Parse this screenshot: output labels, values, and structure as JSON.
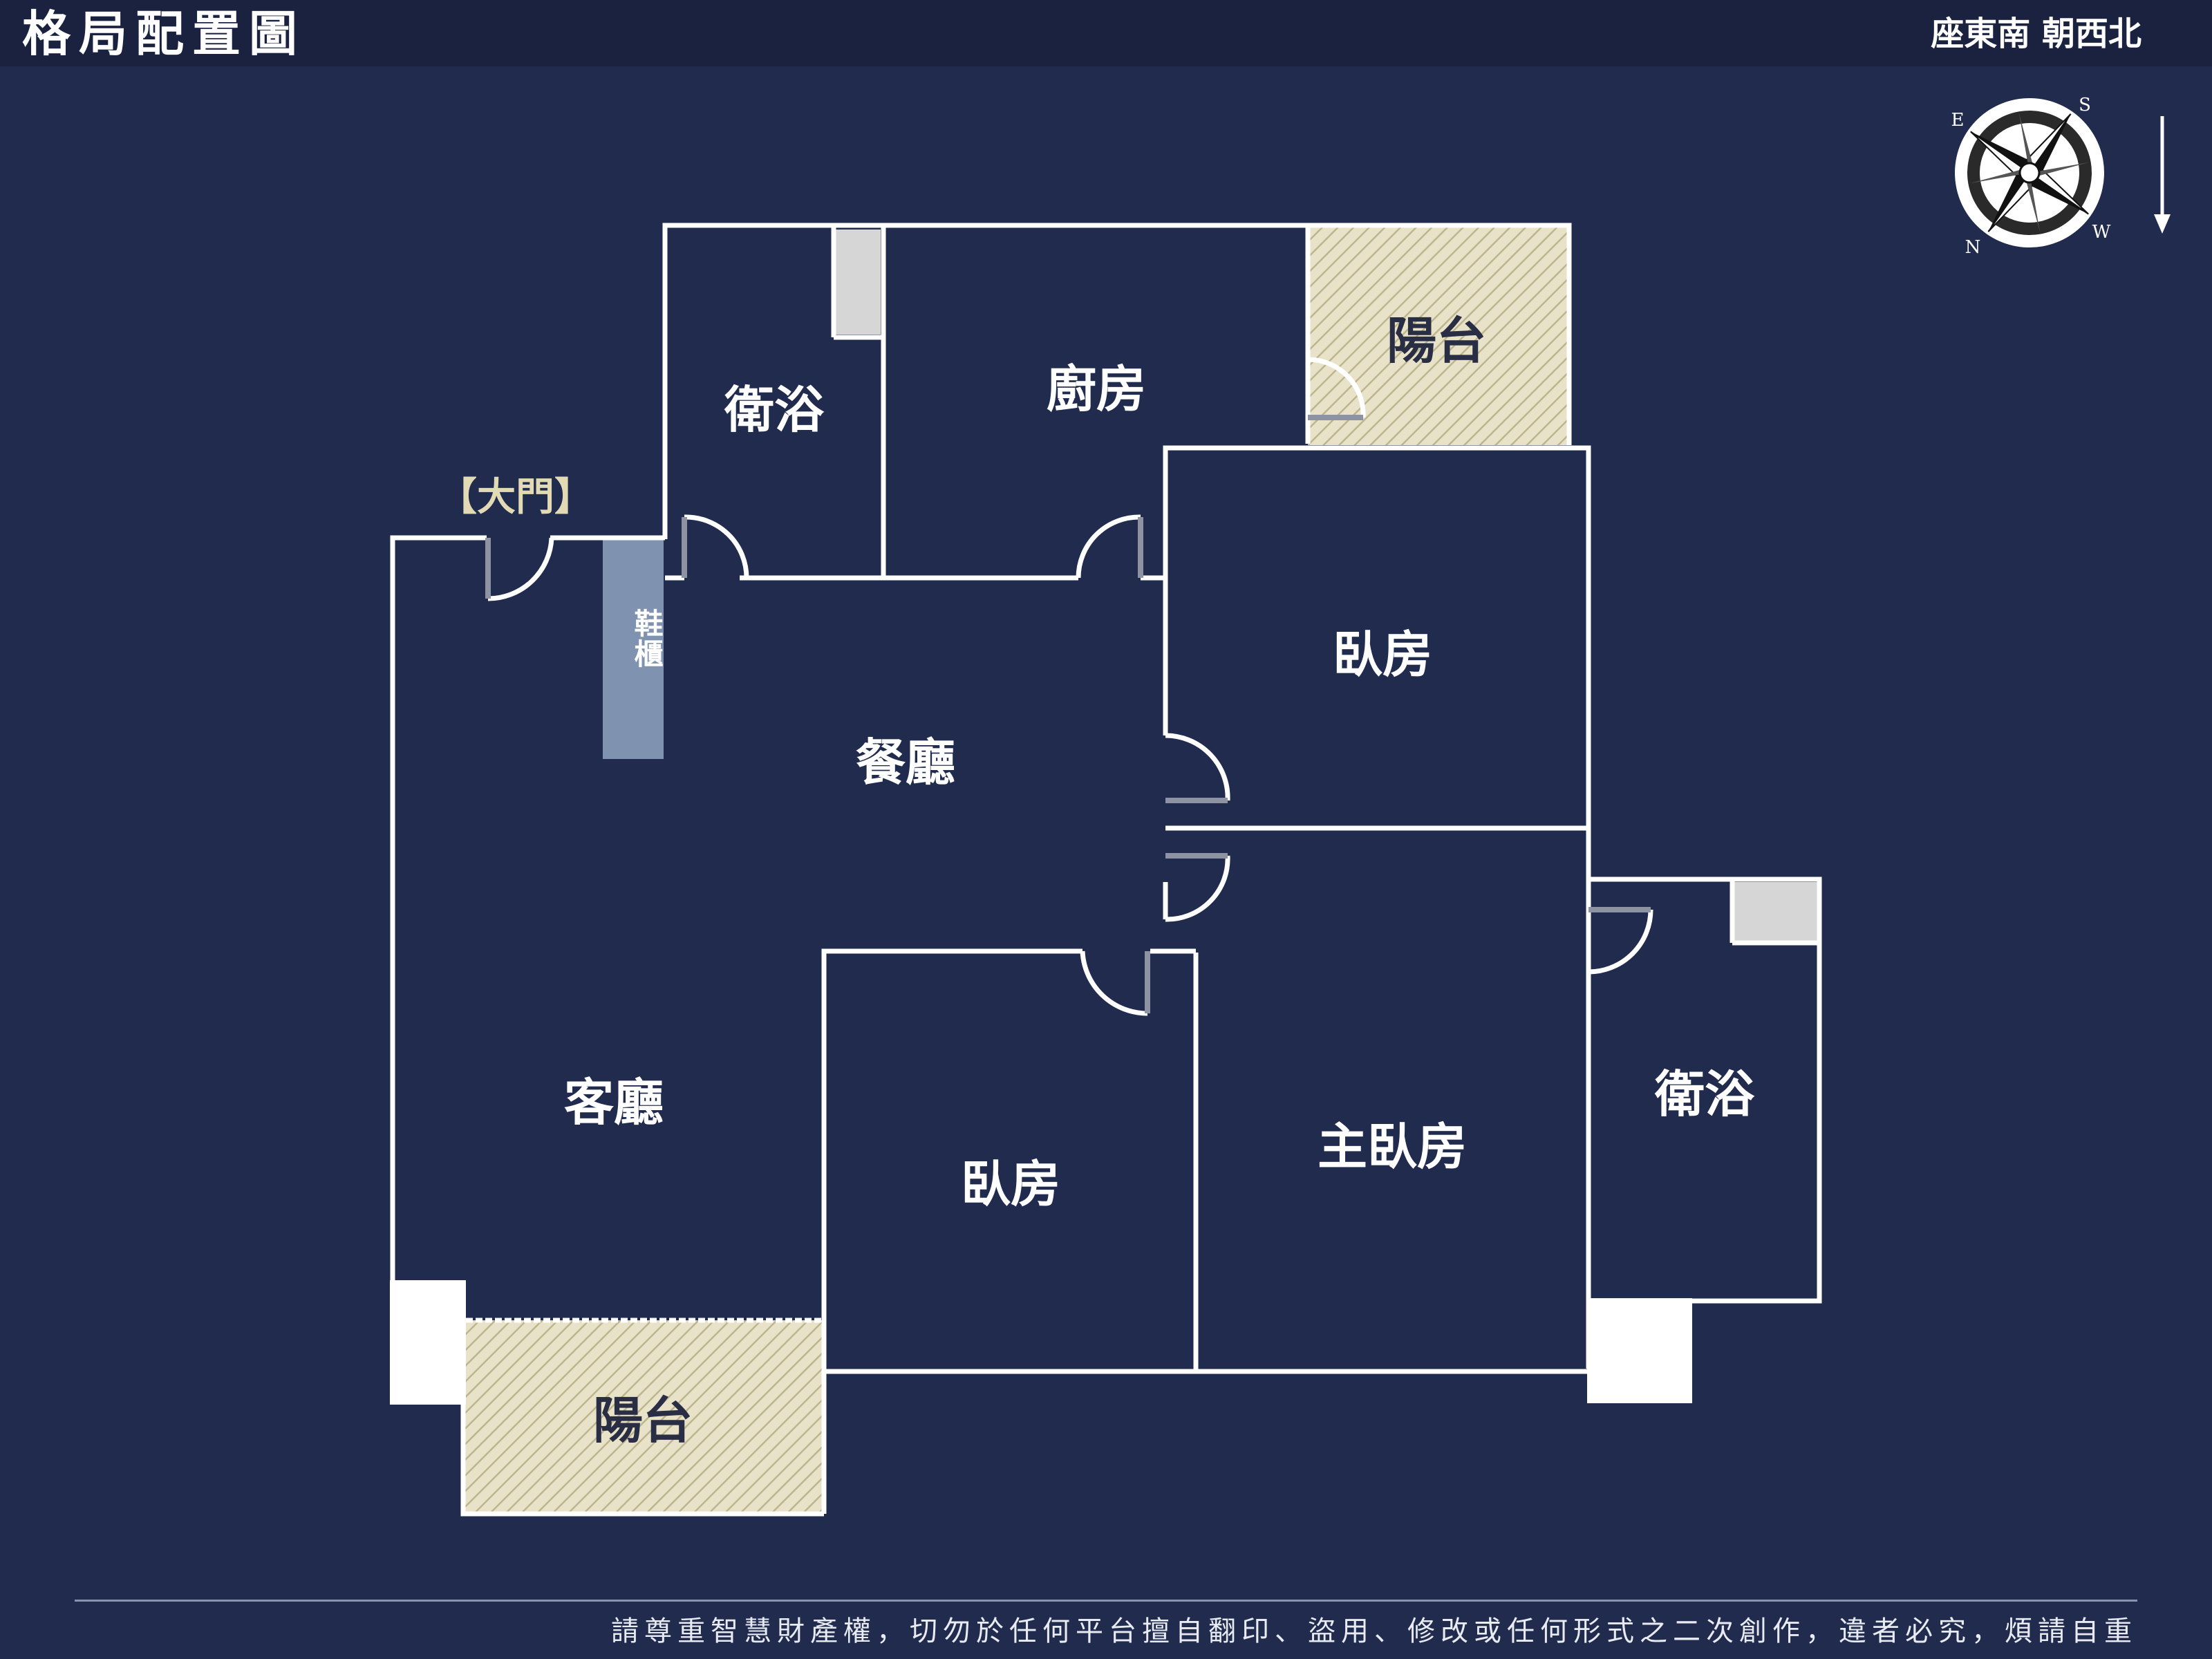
{
  "header": {
    "title": "格局配置圖",
    "orientation": "座東南 朝西北"
  },
  "compass": {
    "letters": [
      "S",
      "W",
      "N",
      "E"
    ],
    "arrow": "down-arrow"
  },
  "rooms": {
    "bath_top": "衛浴",
    "kitchen": "廚房",
    "balcony_top": "陽台",
    "main_door": "【大門】",
    "shoe_cabinet": "鞋櫃",
    "dining": "餐廳",
    "bedroom_upper": "臥房",
    "living": "客廳",
    "bedroom_lower": "臥房",
    "master_bedroom": "主臥房",
    "bath_right": "衛浴",
    "balcony_bottom": "陽台"
  },
  "colors": {
    "background": "#212b4d",
    "header": "#1a2240",
    "wall": "#ffffff",
    "balcony_hatch": "#cfc7a8",
    "shoe_cabinet": "#7f93b0",
    "fixture": "#d6d6d6"
  },
  "footer": {
    "notice": "請尊重智慧財產權，切勿於任何平台擅自翻印、盜用、修改或任何形式之二次創作，違者必究，煩請自重"
  }
}
